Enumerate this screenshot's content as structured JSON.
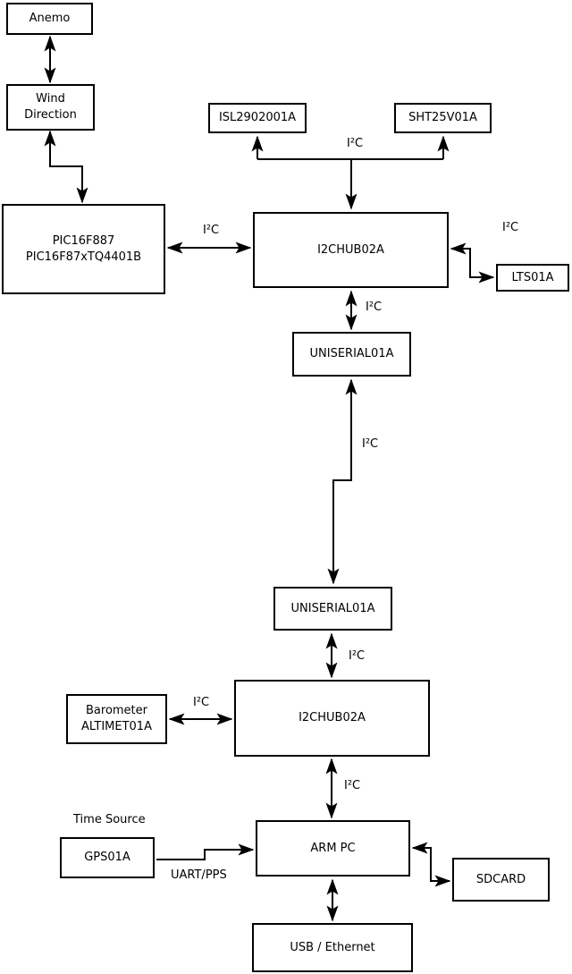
{
  "diagram": {
    "nodes": {
      "anemo": "Anemo",
      "wind_direction": "Wind\nDirection",
      "pic": "PIC16F887\nPIC16F87xTQ4401B",
      "isl": "ISL2902001A",
      "sht": "SHT25V01A",
      "hub1": "I2CHUB02A",
      "lts": "LTS01A",
      "uniserial1": "UNISERIAL01A",
      "uniserial2": "UNISERIAL01A",
      "hub2": "I2CHUB02A",
      "barometer": "Barometer\nALTIMET01A",
      "gps": "GPS01A",
      "armpc": "ARM PC",
      "sdcard": "SDCARD",
      "usb_ethernet": "USB / Ethernet"
    },
    "labels": {
      "i2c": "I²C",
      "uart_pps": "UART/PPS",
      "time_source": "Time Source"
    },
    "edges": [
      {
        "from": "Anemo",
        "to": "Wind Direction",
        "bidirectional": true,
        "label": ""
      },
      {
        "from": "Wind Direction",
        "to": "PIC16F887 PIC16F87xTQ4401B",
        "bidirectional": true,
        "label": ""
      },
      {
        "from": "PIC16F887 PIC16F87xTQ4401B",
        "to": "I2CHUB02A (upper)",
        "bidirectional": true,
        "label": "I²C"
      },
      {
        "from": "I2CHUB02A (upper)",
        "to": "ISL2902001A",
        "bidirectional": false,
        "label": "I²C"
      },
      {
        "from": "I2CHUB02A (upper)",
        "to": "SHT25V01A",
        "bidirectional": false,
        "label": "I²C"
      },
      {
        "from": "I2CHUB02A (upper)",
        "to": "LTS01A",
        "bidirectional": true,
        "label": "I²C"
      },
      {
        "from": "I2CHUB02A (upper)",
        "to": "UNISERIAL01A (upper)",
        "bidirectional": true,
        "label": "I²C"
      },
      {
        "from": "UNISERIAL01A (upper)",
        "to": "UNISERIAL01A (lower)",
        "bidirectional": true,
        "label": "I²C"
      },
      {
        "from": "UNISERIAL01A (lower)",
        "to": "I2CHUB02A (lower)",
        "bidirectional": true,
        "label": "I²C"
      },
      {
        "from": "Barometer ALTIMET01A",
        "to": "I2CHUB02A (lower)",
        "bidirectional": true,
        "label": "I²C"
      },
      {
        "from": "I2CHUB02A (lower)",
        "to": "ARM PC",
        "bidirectional": true,
        "label": "I²C"
      },
      {
        "from": "GPS01A",
        "to": "ARM PC",
        "bidirectional": false,
        "label": "UART/PPS"
      },
      {
        "from": "ARM PC",
        "to": "SDCARD",
        "bidirectional": true,
        "label": ""
      },
      {
        "from": "ARM PC",
        "to": "USB / Ethernet",
        "bidirectional": true,
        "label": ""
      }
    ]
  }
}
